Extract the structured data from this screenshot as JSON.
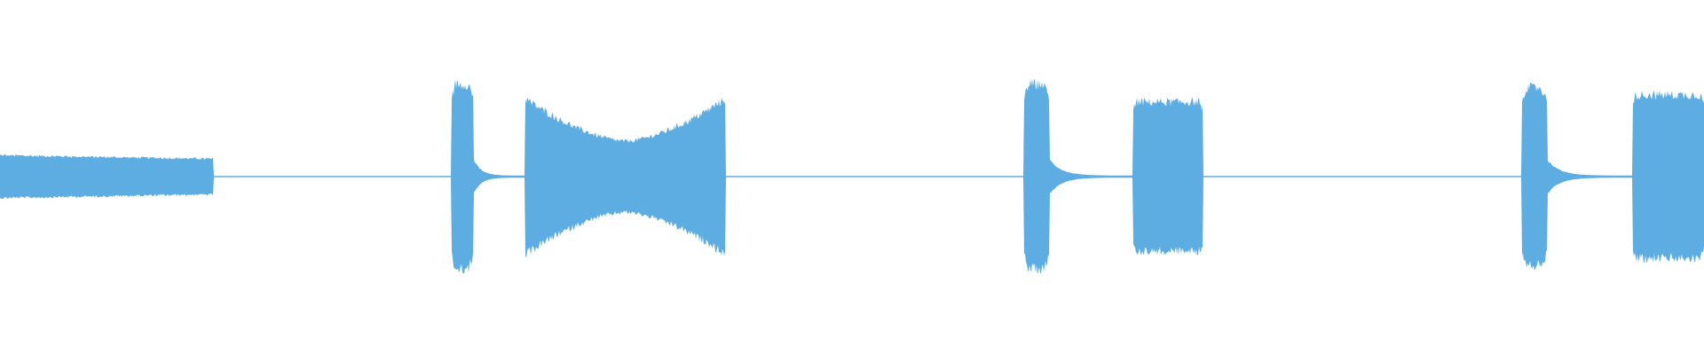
{
  "waveform": {
    "color": "#5dade2",
    "background": "#ffffff",
    "segments": [
      {
        "start": 0.0,
        "end": 0.125,
        "shape": "taper",
        "amp_start": 0.06,
        "amp_end": 0.05
      },
      {
        "start": 0.125,
        "end": 0.265,
        "shape": "silence"
      },
      {
        "start": 0.265,
        "end": 0.278,
        "shape": "burst",
        "amp": 0.26
      },
      {
        "start": 0.278,
        "end": 0.308,
        "shape": "decay"
      },
      {
        "start": 0.308,
        "end": 0.426,
        "shape": "hourglass",
        "amp_edge": 0.22,
        "amp_mid": 0.1
      },
      {
        "start": 0.426,
        "end": 0.601,
        "shape": "silence"
      },
      {
        "start": 0.601,
        "end": 0.616,
        "shape": "burst",
        "amp": 0.26
      },
      {
        "start": 0.616,
        "end": 0.665,
        "shape": "decay"
      },
      {
        "start": 0.665,
        "end": 0.706,
        "shape": "block",
        "amp": 0.21
      },
      {
        "start": 0.706,
        "end": 0.893,
        "shape": "silence"
      },
      {
        "start": 0.893,
        "end": 0.908,
        "shape": "burst",
        "amp": 0.25
      },
      {
        "start": 0.908,
        "end": 0.958,
        "shape": "decay"
      },
      {
        "start": 0.958,
        "end": 1.0,
        "shape": "block",
        "amp": 0.23
      }
    ]
  }
}
